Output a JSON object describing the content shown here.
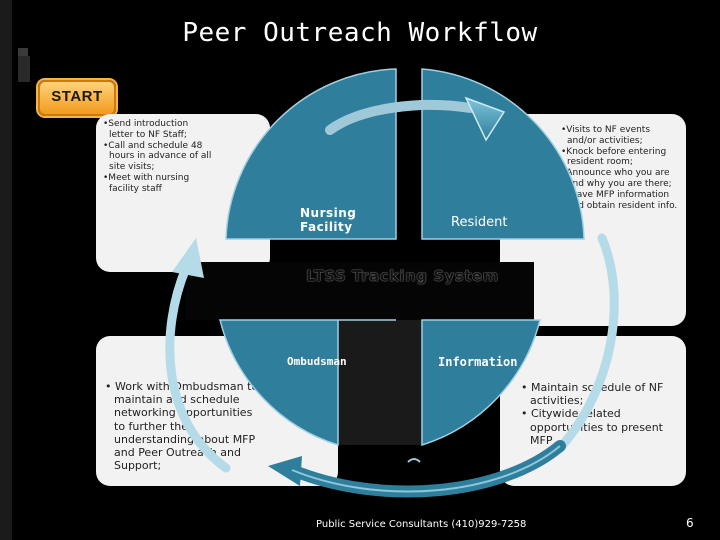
{
  "title": "Peer Outreach Workflow",
  "start_label": "START",
  "quadrants": {
    "top_left": "Nursing Facility",
    "top_right": "Resident",
    "bottom_left": "Ombudsman",
    "bottom_right": "Information"
  },
  "center_label": "LTSS Tracking System",
  "panels": {
    "top_left": [
      "•Send introduction",
      "letter to NF Staff;",
      "•Call and schedule 48",
      "hours in advance of all",
      "site visits;",
      "•Meet with nursing",
      "facility staff"
    ],
    "top_right": [
      "•Visits to NF events",
      "and/or activities;",
      "•Knock before entering",
      "resident room;",
      "•Announce who you are",
      "and why you are there;",
      "•Leave MFP information",
      "and obtain resident info."
    ],
    "bottom_left": [
      "• Work with Ombudsman to",
      "maintain and schedule",
      "networking opportunities",
      "to further the",
      "understanding about MFP",
      "and Peer Outreach and",
      "Support;"
    ],
    "bottom_right": [
      "• Maintain schedule of NF",
      "activities;",
      "• Citywide related",
      "opportunities to present",
      "MFP"
    ]
  },
  "footer": "Public Service Consultants (410)929-7258",
  "page_number": "6",
  "colors": {
    "background": "#000000",
    "quadrant": "#2f7e9b",
    "arrow": "#3b8cac",
    "panel": "#f2f2f2",
    "start_button": "#f29b1e"
  }
}
